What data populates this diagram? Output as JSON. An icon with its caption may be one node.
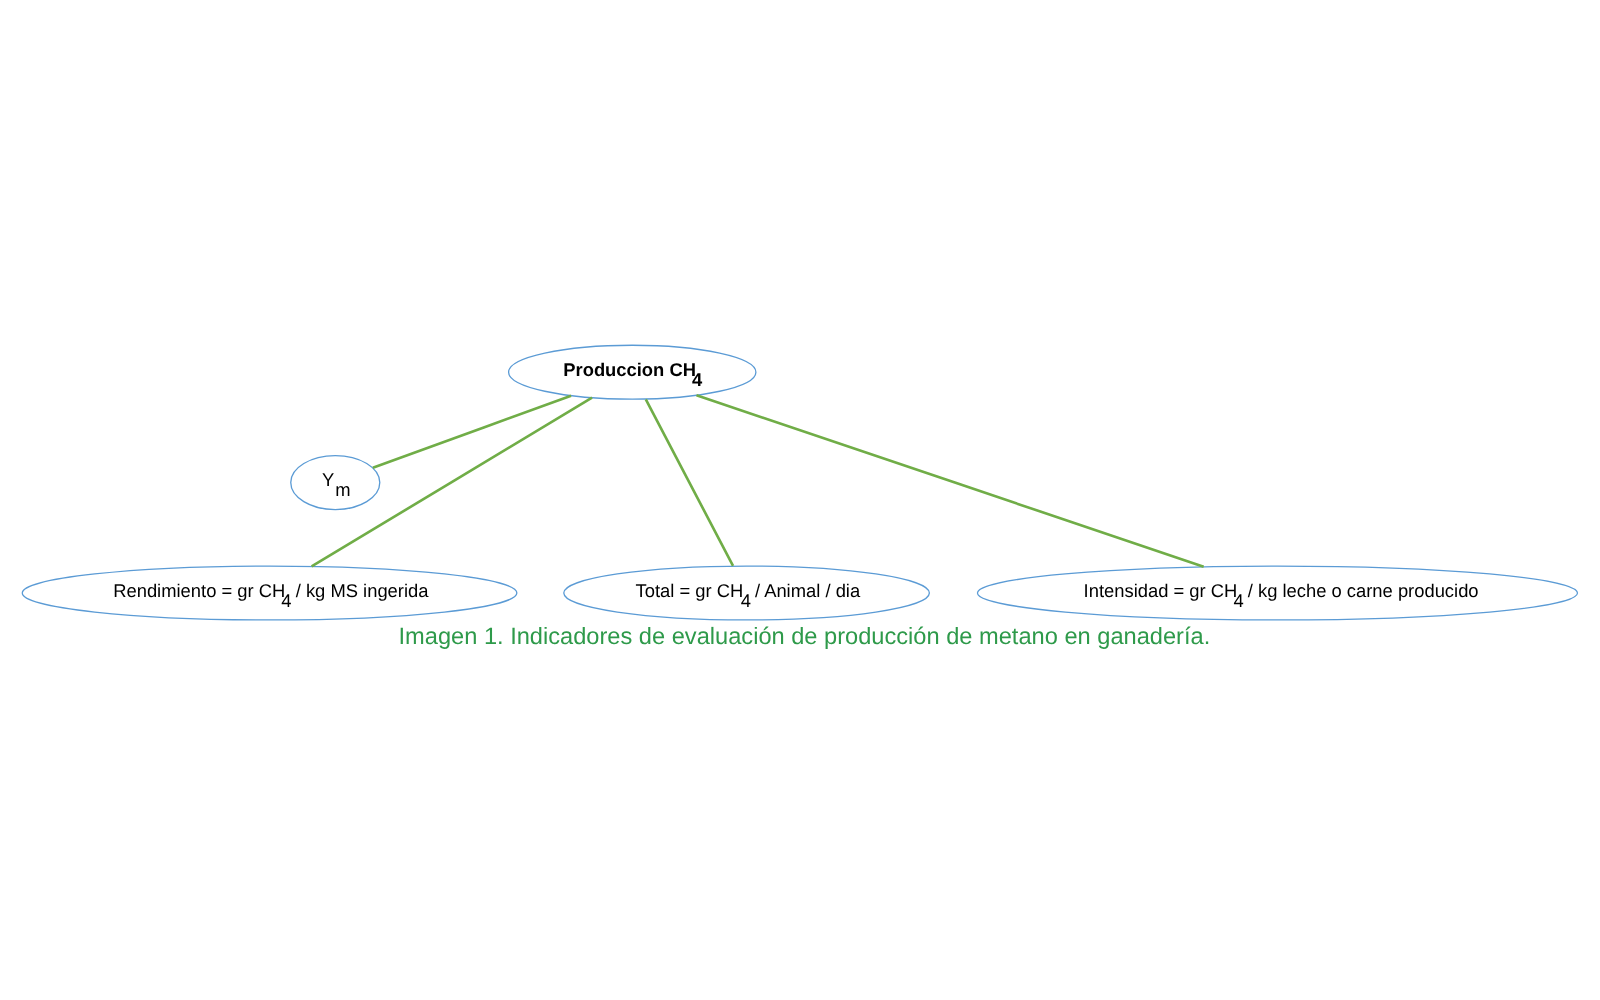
{
  "diagram": {
    "caption": "Imagen 1. Indicadores de evaluación de producción de metano en ganadería.",
    "nodes": [
      {
        "text": [
          "Produccion CH$_{4}$"
        ]
      },
      {
        "text": [
          "Y$_{m}$"
        ]
      },
      {
        "text": [
          "Total = gr CH$_{4}$ / Animal / dia"
        ]
      },
      {
        "text": [
          "Rendimiento = gr CH$_{4}$ / kg MS ingerida"
        ]
      },
      {
        "text": [
          "Intensidad = gr CH$_{4}$ / kg leche o carne producido"
        ]
      }
    ],
    "edges": [
      {
        "from": 0,
        "to": 1,
        "arrow": "none"
      },
      {
        "from": 0,
        "to": 2,
        "arrow": "none"
      },
      {
        "from": 0,
        "to": 3,
        "arrow": "none"
      },
      {
        "from": 0,
        "to": 4,
        "arrow": "none"
      }
    ]
  }
}
